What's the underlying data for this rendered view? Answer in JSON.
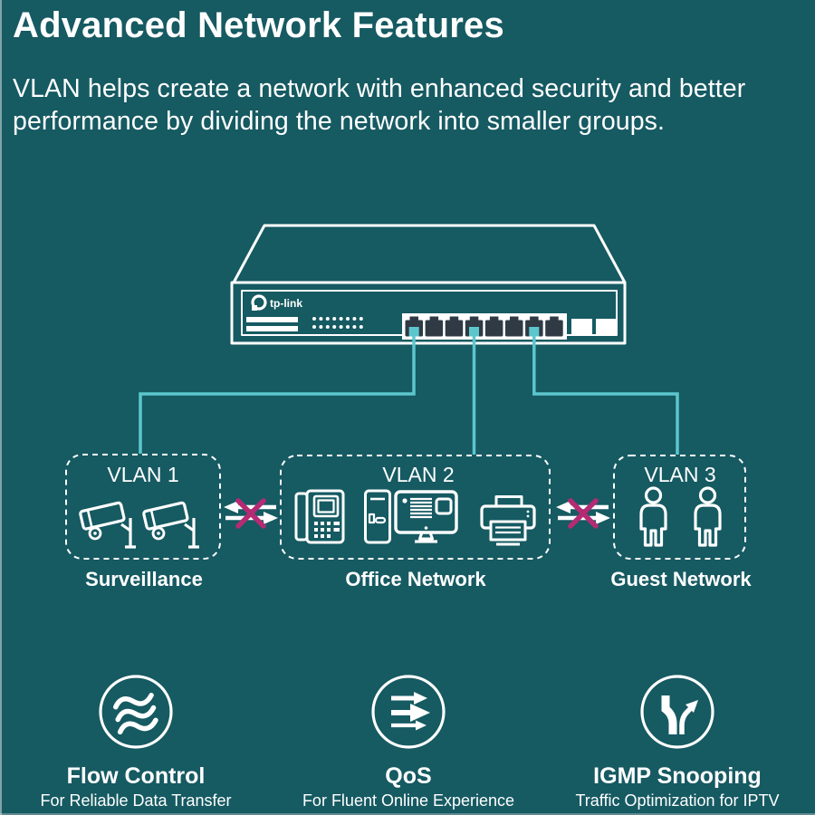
{
  "colors": {
    "background": "#165A62",
    "line_cyan": "#5CC6CD",
    "port_dark": "#2F3A44",
    "block_x": "#B52B73",
    "text": "#FFFFFF"
  },
  "header": {
    "title": "Advanced Network Features",
    "subtitle_line1": "VLAN helps create a network with enhanced security and better",
    "subtitle_line2": "performance by dividing the network into smaller groups."
  },
  "switch": {
    "brand": "tp-link",
    "ports_total": 8,
    "connected_ports": [
      1,
      4,
      7
    ],
    "uplink_slots": 2
  },
  "vlans": [
    {
      "label": "VLAN 1",
      "caption": "Surveillance",
      "devices": [
        "cctv-camera",
        "cctv-camera"
      ]
    },
    {
      "label": "VLAN 2",
      "caption": "Office Network",
      "devices": [
        "desk-phone",
        "pc-tower",
        "monitor",
        "printer"
      ]
    },
    {
      "label": "VLAN 3",
      "caption": "Guest Network",
      "devices": [
        "person",
        "person"
      ]
    }
  ],
  "blocked_links": [
    {
      "between": "VLAN 1 and VLAN 2"
    },
    {
      "between": "VLAN 2 and VLAN 3"
    }
  ],
  "features": [
    {
      "icon": "flow-waves-icon",
      "title": "Flow Control",
      "subtitle": "For Reliable Data Transfer"
    },
    {
      "icon": "qos-arrows-icon",
      "title": "QoS",
      "subtitle": "For Fluent Online Experience"
    },
    {
      "icon": "fork-arrow-icon",
      "title": "IGMP Snooping",
      "subtitle": "Traffic Optimization for IPTV"
    }
  ]
}
